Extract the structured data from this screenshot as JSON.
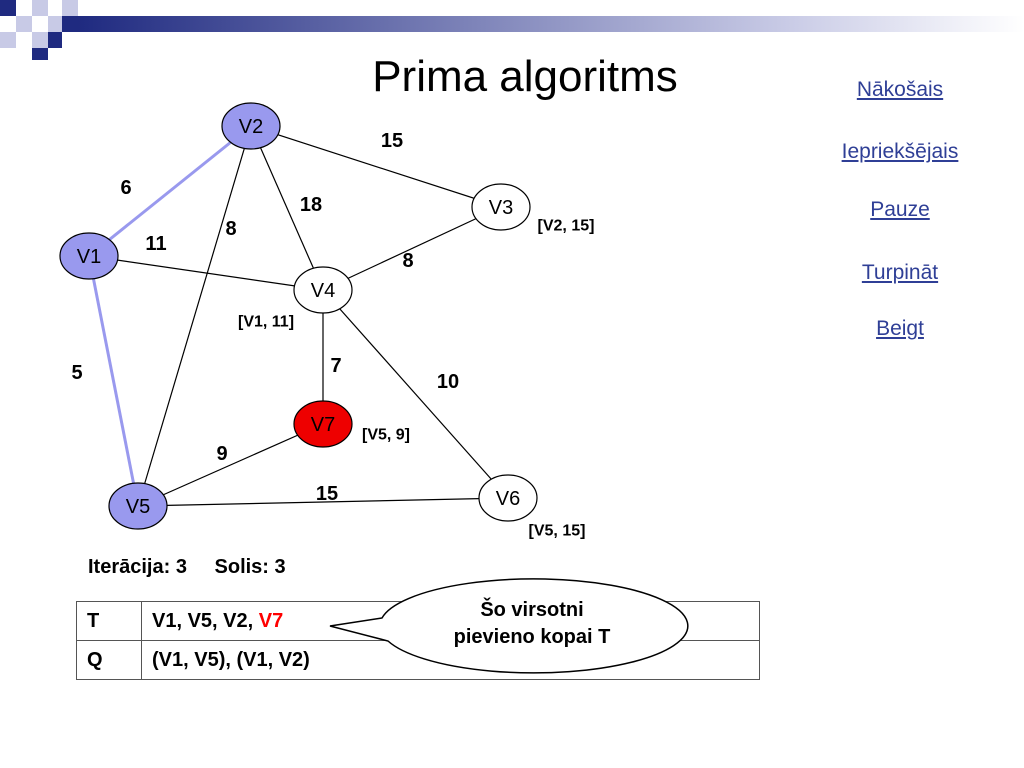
{
  "title": "Prima algoritms",
  "nav": {
    "next": "Nākošais",
    "previous": "Iepriekšējais",
    "pause": "Pauze ",
    "continue": "Turpināt ",
    "end": "Beigt"
  },
  "colors": {
    "node_default": "#ffffff",
    "node_in_tree": "#9999ee",
    "node_current": "#ee0000",
    "edge_default": "#000000",
    "edge_tree": "#9999ee",
    "link": "#2f3f96",
    "highlight": "#ff0000"
  },
  "graph": {
    "nodes": [
      {
        "id": "V1",
        "label": "V1",
        "state": "tree"
      },
      {
        "id": "V2",
        "label": "V2",
        "state": "tree"
      },
      {
        "id": "V3",
        "label": "V3",
        "state": "default"
      },
      {
        "id": "V4",
        "label": "V4",
        "state": "default"
      },
      {
        "id": "V5",
        "label": "V5",
        "state": "tree"
      },
      {
        "id": "V6",
        "label": "V6",
        "state": "default"
      },
      {
        "id": "V7",
        "label": "V7",
        "state": "current"
      }
    ],
    "edges": [
      {
        "from": "V1",
        "to": "V2",
        "weight": "6",
        "in_tree": true
      },
      {
        "from": "V1",
        "to": "V5",
        "weight": "5",
        "in_tree": true
      },
      {
        "from": "V1",
        "to": "V4",
        "weight": "11",
        "in_tree": false
      },
      {
        "from": "V2",
        "to": "V3",
        "weight": "15",
        "in_tree": false
      },
      {
        "from": "V2",
        "to": "V4",
        "weight": "18",
        "in_tree": false
      },
      {
        "from": "V2",
        "to": "V5",
        "weight": "8",
        "in_tree": false
      },
      {
        "from": "V3",
        "to": "V4",
        "weight": "8",
        "in_tree": false
      },
      {
        "from": "V4",
        "to": "V7",
        "weight": "7",
        "in_tree": false
      },
      {
        "from": "V4",
        "to": "V6",
        "weight": "10",
        "in_tree": false
      },
      {
        "from": "V5",
        "to": "V7",
        "weight": "9",
        "in_tree": false
      },
      {
        "from": "V5",
        "to": "V6",
        "weight": "15",
        "in_tree": false
      }
    ],
    "tags": [
      {
        "node": "V3",
        "text": "[V2, 15]"
      },
      {
        "node": "V4",
        "text": "[V1, 11]"
      },
      {
        "node": "V7",
        "text": "[V5, 9]"
      },
      {
        "node": "V6",
        "text": "[V5, 15]"
      }
    ]
  },
  "status": {
    "iteration": "Iterācija: 3",
    "step": "Solis: 3"
  },
  "table": {
    "t_key": "T",
    "t_value_prefix": "V1, V5, V2, ",
    "t_value_highlight": "V7",
    "q_key": "Q",
    "q_value": "(V1, V5), (V1, V2)"
  },
  "callout": {
    "line1": "Šo virsotni",
    "line2": "pievieno kopai T"
  }
}
